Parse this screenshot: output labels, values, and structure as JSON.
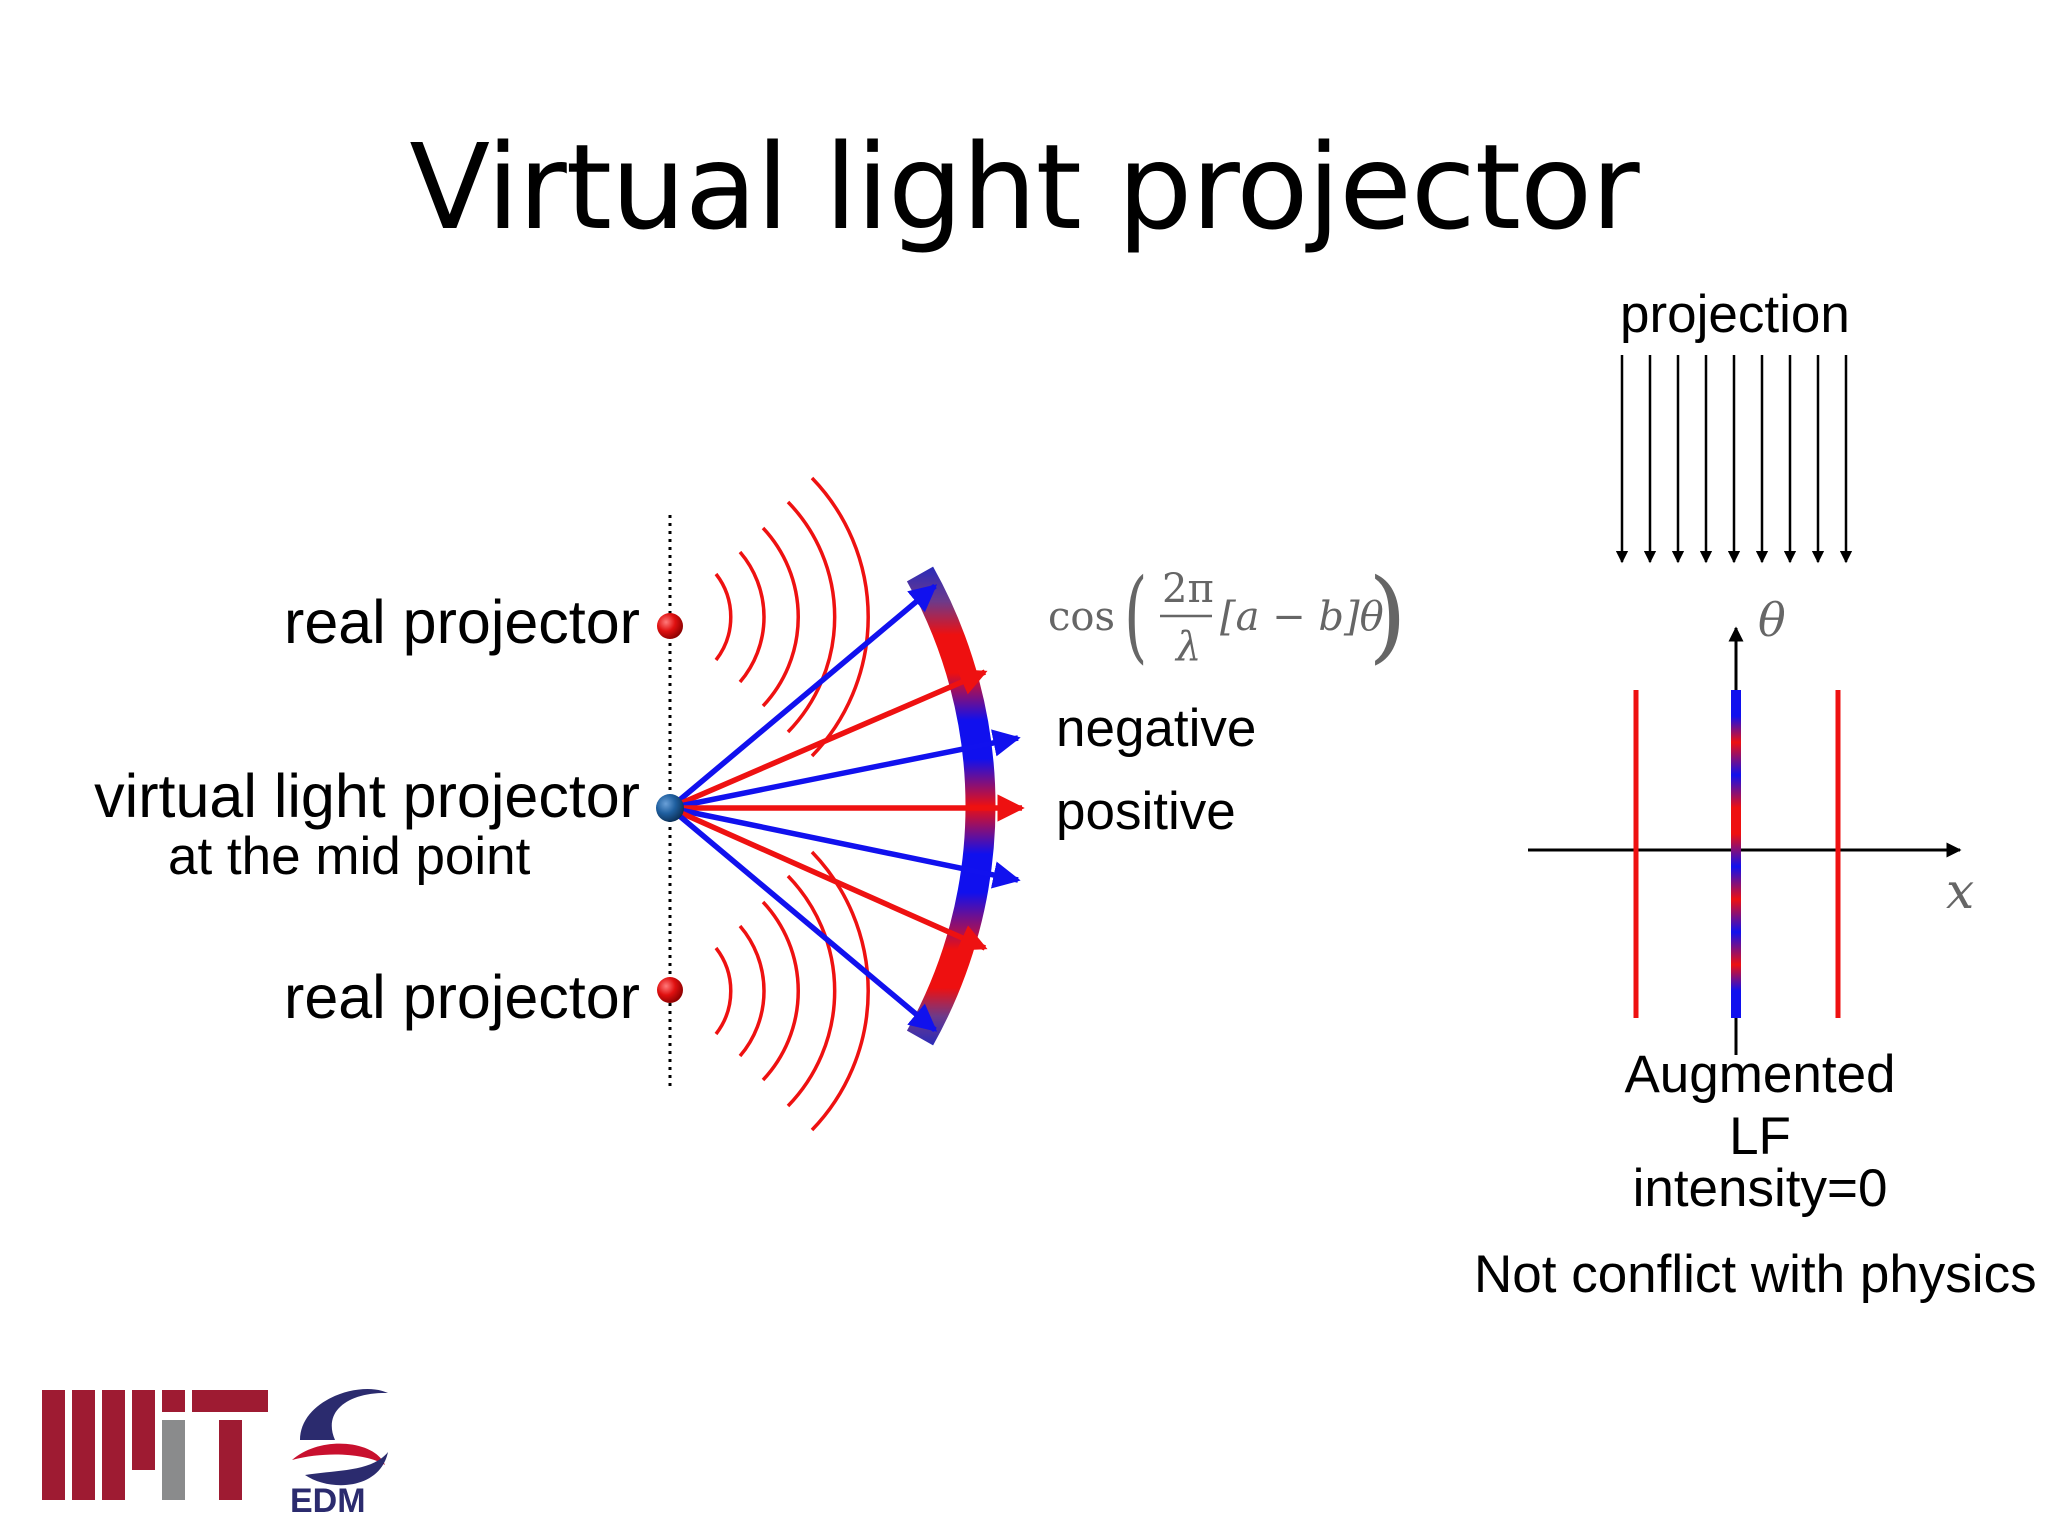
{
  "slide": {
    "title": "Virtual light projector"
  },
  "left_diagram": {
    "labels": {
      "real_projector_top": "real projector",
      "virtual_projector": "virtual light projector",
      "virtual_projector_sub": "at the mid point",
      "real_projector_bottom": "real projector",
      "negative": "negative",
      "positive": "positive"
    },
    "formula": {
      "func": "cos",
      "numerator": "2π",
      "denominator": "λ",
      "argument": "[a − b]θ"
    },
    "colors": {
      "real_projector": "#dd1111",
      "virtual_projector": "#1f5f9f",
      "waves": "#ee1111",
      "ray_red": "#ee1111",
      "ray_blue": "#1111ee"
    }
  },
  "right_diagram": {
    "labels": {
      "projection": "projection",
      "theta": "θ",
      "x": "x",
      "augmented_line1": "Augmented",
      "augmented_line2": "LF",
      "intensity": "intensity=0",
      "note": "Not conflict with physics"
    },
    "colors": {
      "side_lines": "#ee1111"
    }
  },
  "logos": {
    "mit": "MIT",
    "edm": "EDM"
  }
}
